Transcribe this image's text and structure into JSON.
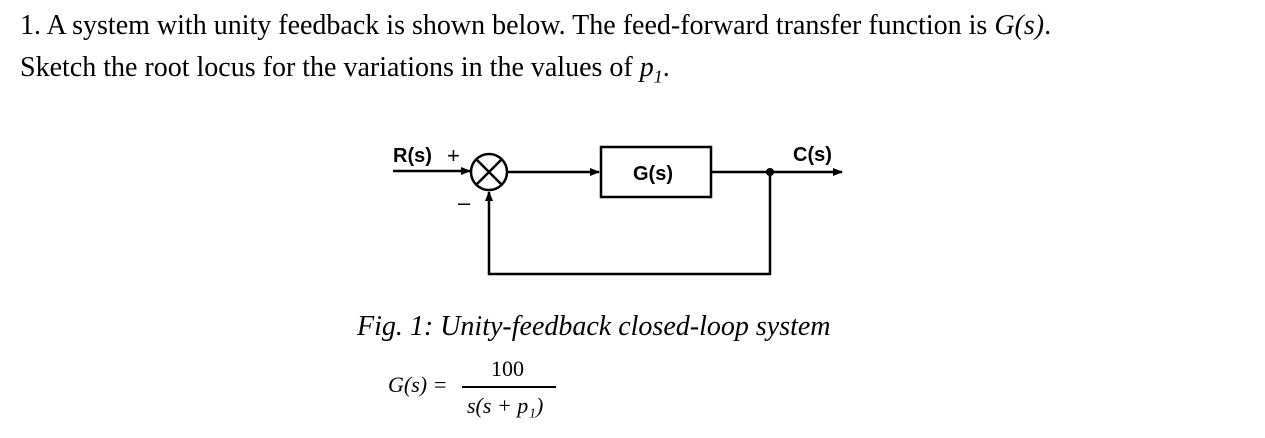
{
  "question": {
    "line1_text": "1. A system with unity feedback is shown below. The feed-forward transfer function is ",
    "line1_math": "G(s)",
    "line1_end": ".",
    "line2_text": "Sketch the root locus for the variations in the values of ",
    "line2_var": "p",
    "line2_sub": "1",
    "line2_end": "."
  },
  "diagram": {
    "input_label": "R(s)",
    "plus_sign": "+",
    "minus_sign": "–",
    "block_label": "G(s)",
    "output_label": "C(s)"
  },
  "caption": "Fig. 1: Unity-feedback closed-loop system",
  "formula": {
    "lhs": "G(s) =",
    "numerator": "100",
    "denominator": "s(s + p₁)"
  }
}
